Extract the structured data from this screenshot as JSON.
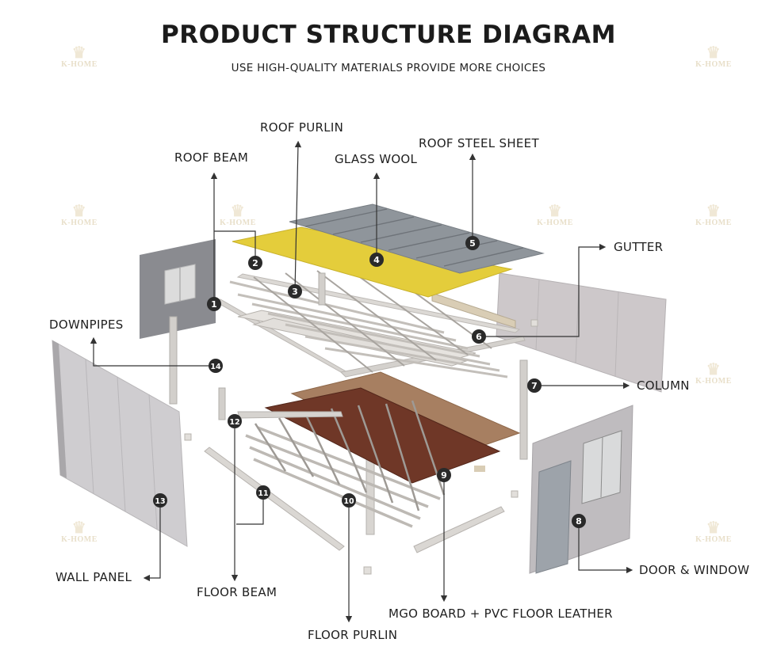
{
  "header": {
    "title": "PRODUCT STRUCTURE DIAGRAM",
    "subtitle": "USE HIGH-QUALITY MATERIALS PROVIDE MORE CHOICES"
  },
  "watermark": {
    "text": "K-HOME",
    "icon": "crown-logo-icon"
  },
  "labels": {
    "roof_purlin": "ROOF PURLIN",
    "roof_steel_sheet": "ROOF STEEL SHEET",
    "roof_beam": "ROOF BEAM",
    "glass_wool": "GLASS WOOL",
    "gutter": "GUTTER",
    "downpipes": "DOWNPIPES",
    "column": "COLUMN",
    "wall_panel": "WALL PANEL",
    "floor_beam": "FLOOR BEAM",
    "floor_purlin": "FLOOR PURLIN",
    "mgo_board": "MGO BOARD + PVC FLOOR LEATHER",
    "door_window": "DOOR & WINDOW"
  },
  "markers": [
    "1",
    "2",
    "3",
    "4",
    "5",
    "6",
    "7",
    "8",
    "9",
    "10",
    "11",
    "12",
    "13",
    "14"
  ],
  "colors": {
    "steel_sheet": "#8e949a",
    "glass_wool": "#e3cc3a",
    "wood_floor": "#a07a5c",
    "pvc_leather": "#6b3526",
    "wall_panel": "#c9c6c8",
    "frame": "#d6d3cf",
    "marker": "#2a2a2a"
  }
}
